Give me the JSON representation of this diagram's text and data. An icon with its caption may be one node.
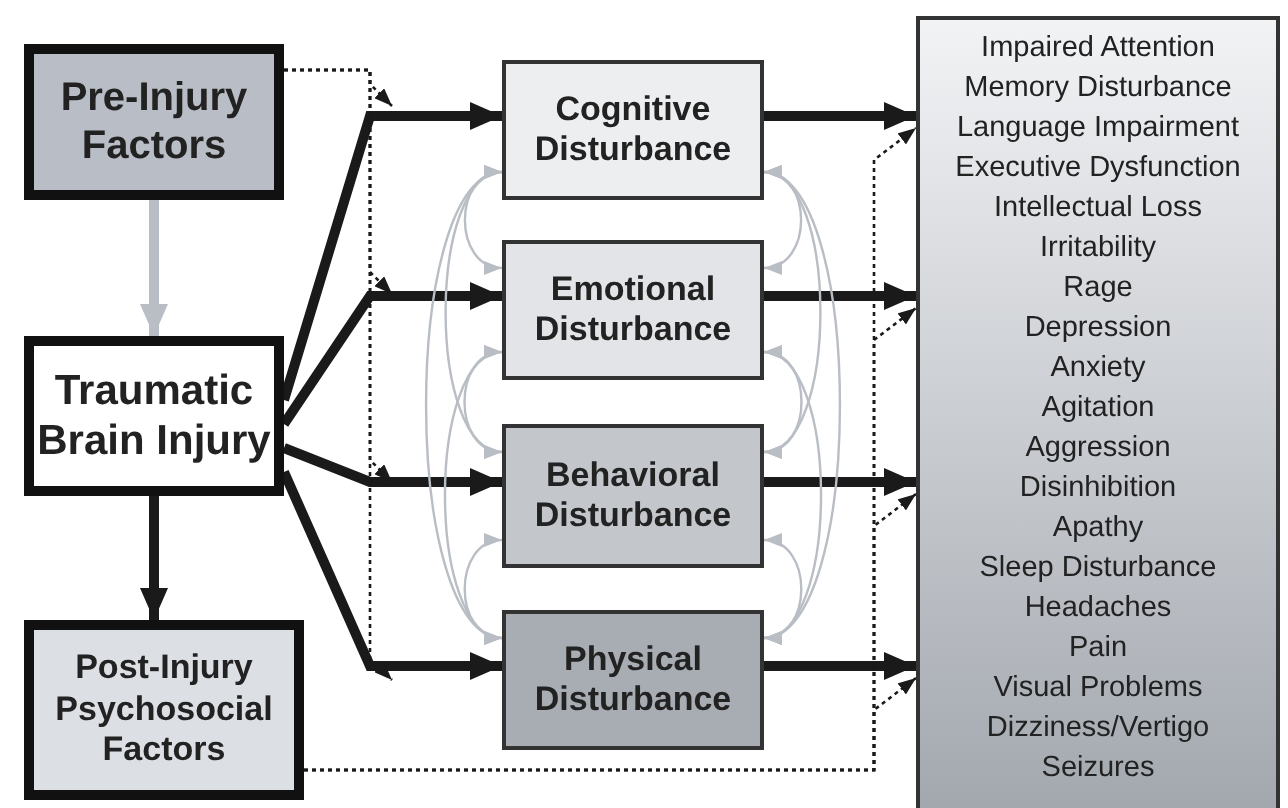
{
  "diagram": {
    "nodes": [
      {
        "text": [
          "Pre-Injury Factors"
        ]
      },
      {
        "text": [
          "Traumatic Brain Injury"
        ]
      },
      {
        "text": [
          "Post-Injury Psychosocial Factors"
        ]
      },
      {
        "text": [
          "Cognitive Disturbance"
        ]
      },
      {
        "text": [
          "Emotional Disturbance"
        ]
      },
      {
        "text": [
          "Behavioral Disturbance"
        ]
      },
      {
        "text": [
          "Physical Disturbance"
        ]
      },
      {
        "text": [
          "Impaired Attention",
          "Memory Disturbance",
          "Language Impairment",
          "Executive Dysfunction",
          "Intellectual Loss",
          "Irritability",
          "Rage",
          "Depression",
          "Anxiety",
          "Agitation",
          "Aggression",
          "Disinhibition",
          "Apathy",
          "Sleep Disturbance",
          "Headaches",
          "Pain",
          "Visual Problems",
          "Dizziness/Vertigo",
          "Seizures"
        ]
      }
    ],
    "edges": [
      {
        "from": 0,
        "to": 1,
        "arrow": "to",
        "style": "thick",
        "color": "#b9bec5"
      },
      {
        "from": 1,
        "to": 2,
        "arrow": "to",
        "style": "thick"
      },
      {
        "from": 1,
        "to": 3,
        "arrow": "to",
        "style": "thick"
      },
      {
        "from": 1,
        "to": 4,
        "arrow": "to",
        "style": "thick"
      },
      {
        "from": 1,
        "to": 5,
        "arrow": "to",
        "style": "thick"
      },
      {
        "from": 1,
        "to": 6,
        "arrow": "to",
        "style": "thick"
      },
      {
        "from": 0,
        "to": null,
        "arrow": "to",
        "style": "dashed"
      },
      {
        "from": 0,
        "to": null,
        "arrow": "to",
        "style": "dashed"
      },
      {
        "from": 0,
        "to": null,
        "arrow": "to",
        "style": "dashed"
      },
      {
        "from": 0,
        "to": null,
        "arrow": "to",
        "style": "dashed"
      },
      {
        "from": 3,
        "to": 7,
        "arrow": "to",
        "style": "thick"
      },
      {
        "from": 4,
        "to": 7,
        "arrow": "to",
        "style": "thick"
      },
      {
        "from": 5,
        "to": 7,
        "arrow": "to",
        "style": "thick"
      },
      {
        "from": 6,
        "to": 7,
        "arrow": "to",
        "style": "thick"
      },
      {
        "from": 2,
        "to": 7,
        "arrow": "to",
        "style": "dashed"
      },
      {
        "from": 2,
        "to": 7,
        "arrow": "to",
        "style": "dashed"
      },
      {
        "from": 2,
        "to": 7,
        "arrow": "to",
        "style": "dashed"
      },
      {
        "from": 2,
        "to": 7,
        "arrow": "to",
        "style": "dashed"
      },
      {
        "from": 3,
        "to": 4,
        "arrow": "both",
        "color": "#b9bec5"
      },
      {
        "from": 3,
        "to": 5,
        "arrow": "both",
        "color": "#b9bec5"
      },
      {
        "from": 3,
        "to": 6,
        "arrow": "both",
        "color": "#b9bec5"
      },
      {
        "from": 4,
        "to": 5,
        "arrow": "both",
        "color": "#b9bec5"
      },
      {
        "from": 4,
        "to": 6,
        "arrow": "both",
        "color": "#b9bec5"
      },
      {
        "from": 5,
        "to": 6,
        "arrow": "both",
        "color": "#b9bec5"
      },
      {
        "from": 3,
        "to": 4,
        "arrow": "both",
        "color": "#b9bec5"
      },
      {
        "from": 3,
        "to": 5,
        "arrow": "both",
        "color": "#b9bec5"
      },
      {
        "from": 3,
        "to": 6,
        "arrow": "both",
        "color": "#b9bec5"
      },
      {
        "from": 4,
        "to": 5,
        "arrow": "both",
        "color": "#b9bec5"
      },
      {
        "from": 4,
        "to": 6,
        "arrow": "both",
        "color": "#b9bec5"
      },
      {
        "from": 5,
        "to": 6,
        "arrow": "both",
        "color": "#b9bec5"
      }
    ]
  }
}
